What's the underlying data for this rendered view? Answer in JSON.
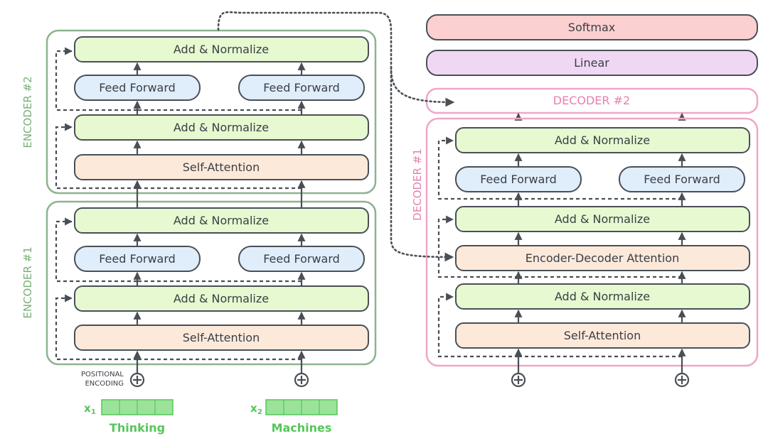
{
  "colors": {
    "encoder_border": "#8bb58e",
    "decoder_border": "#f2a5c8",
    "add_norm_fill": "#e6f9d0",
    "ffn_fill": "#e0edfb",
    "attention_fill": "#fde9da",
    "softmax_fill": "#fcd0d0",
    "linear_fill": "#f0d8f5",
    "encoder_text": "#79b178",
    "decoder_text": "#e77fb0",
    "input_green": "#56c55a",
    "arrow": "#4a4f56"
  },
  "encoder1": {
    "title": "ENCODER #1",
    "add_norm_top": "Add & Normalize",
    "ffn_left": "Feed Forward",
    "ffn_right": "Feed Forward",
    "add_norm_bottom": "Add & Normalize",
    "self_attention": "Self-Attention"
  },
  "encoder2": {
    "title": "ENCODER #2",
    "add_norm_top": "Add & Normalize",
    "ffn_left": "Feed Forward",
    "ffn_right": "Feed Forward",
    "add_norm_bottom": "Add & Normalize",
    "self_attention": "Self-Attention"
  },
  "decoder1": {
    "title": "DECODER #1",
    "add_norm_top": "Add & Normalize",
    "ffn_left": "Feed Forward",
    "ffn_right": "Feed Forward",
    "add_norm_mid": "Add & Normalize",
    "enc_dec_attention": "Encoder-Decoder Attention",
    "add_norm_bottom": "Add & Normalize",
    "self_attention": "Self-Attention"
  },
  "decoder2": {
    "title": "DECODER #2"
  },
  "output": {
    "linear": "Linear",
    "softmax": "Softmax"
  },
  "positional_encoding": {
    "line1": "POSITIONAL",
    "line2": "ENCODING"
  },
  "inputs": [
    {
      "symbol": "x",
      "subscript": "1",
      "word": "Thinking"
    },
    {
      "symbol": "x",
      "subscript": "2",
      "word": "Machines"
    }
  ]
}
